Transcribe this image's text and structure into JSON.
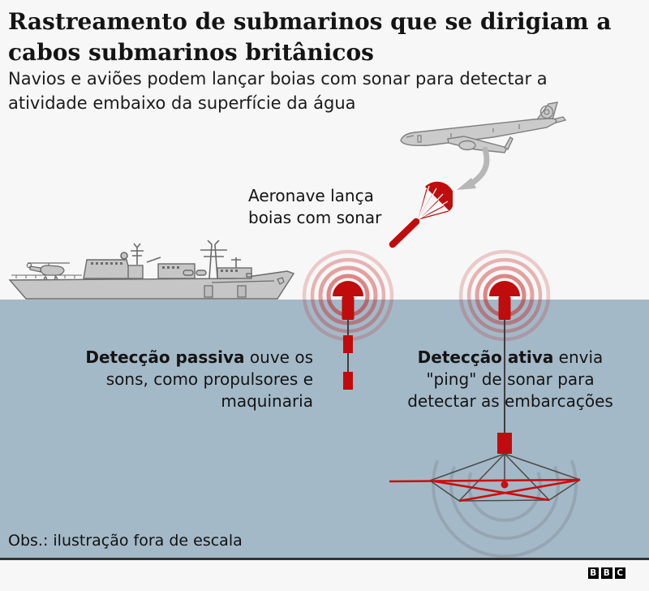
{
  "header": {
    "title_line1": "Rastreamento de submarinos que se dirigiam a",
    "title_line2": "cabos submarinos britânicos",
    "subtitle_line1": "Navios e aviões podem lançar boias com sonar para detectar a",
    "subtitle_line2": "atividade embaixo da superfície da água"
  },
  "diagram": {
    "aircraft_label": {
      "line1": "Aeronave lança",
      "line2": "boias com sonar"
    },
    "passive_label": {
      "line1_bold": "Detecção passiva",
      "line1_rest": " ouve os",
      "line2": "sons, como propulsores e",
      "line3": "maquinaria"
    },
    "active_label": {
      "line1_bold": "Detecção ativa",
      "line1_rest": " envia",
      "line2": "\"ping\" de sonar para",
      "line3": "detectar as embarcações"
    },
    "note": "Obs.: ilustração fora de escala"
  },
  "footer": {
    "logo_letters": [
      "B",
      "B",
      "C"
    ]
  },
  "colors": {
    "background": "#f7f7f7",
    "water": "#a4b9c8",
    "buoy_red": "#c00c0c",
    "ripple_red": "#c41515",
    "illustration_gray": "#c6c6c6",
    "arrow_gray": "#b7b7b7",
    "ink": "#141414"
  },
  "icons": [
    "surveillance-aircraft",
    "drop-arrow",
    "sonobuoy-parachute",
    "warship",
    "helicopter",
    "passive-sonobuoy",
    "active-sonobuoy",
    "bbc-logo"
  ]
}
